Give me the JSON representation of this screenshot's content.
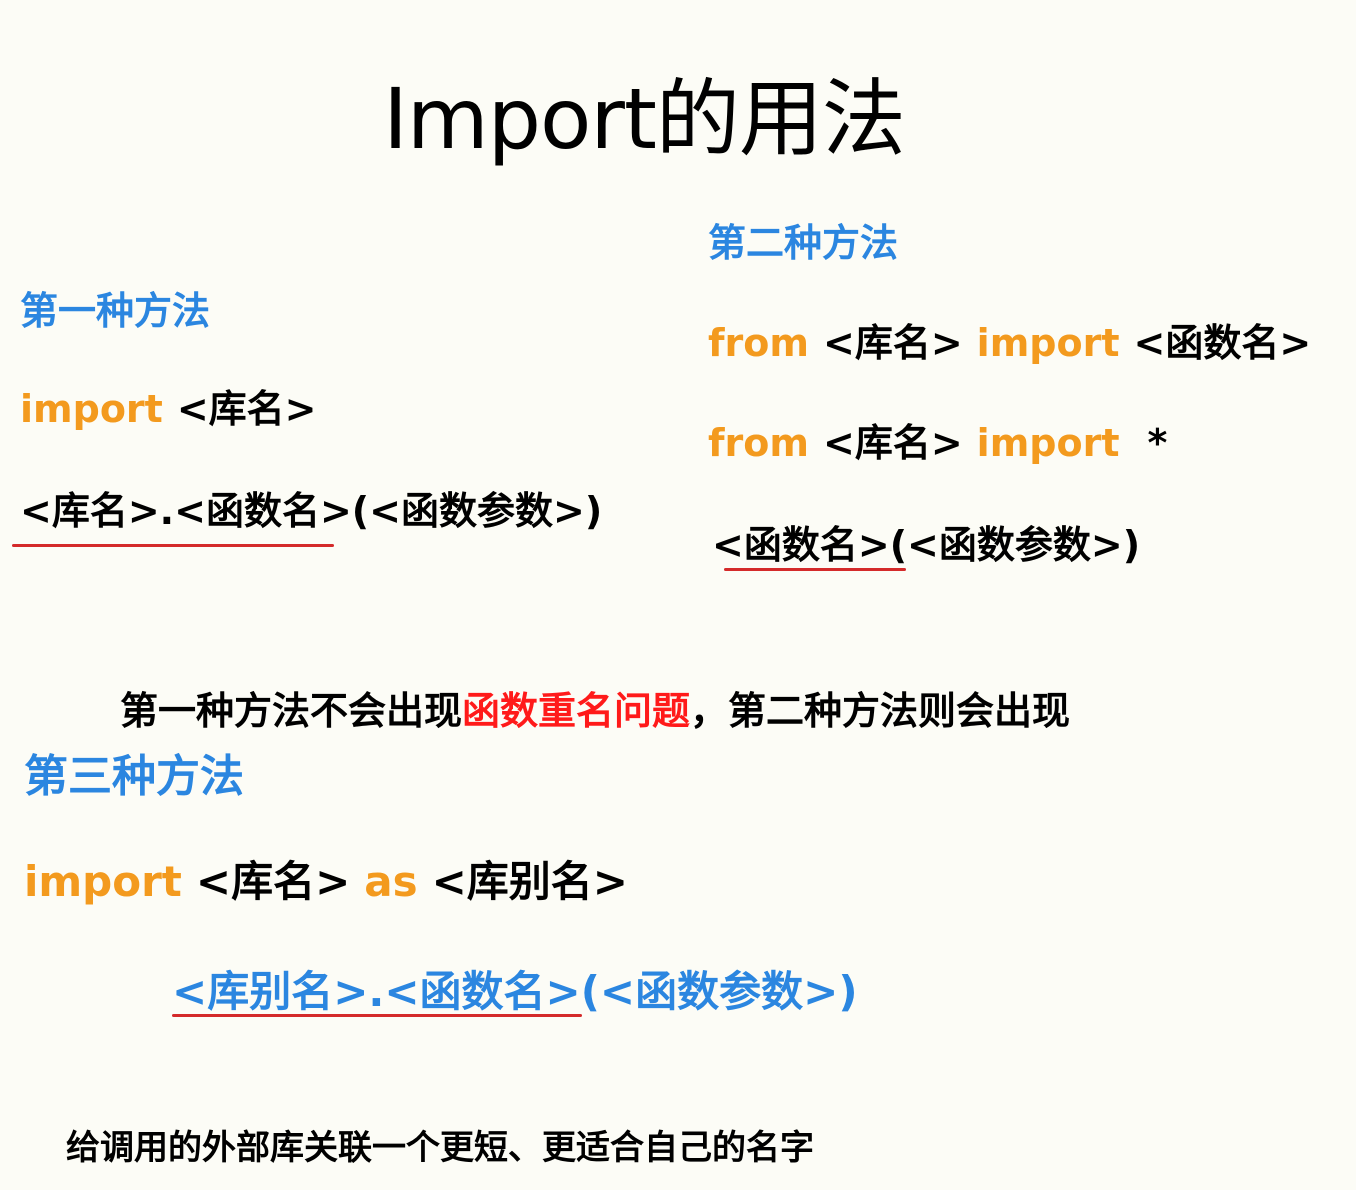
{
  "colors": {
    "blue": "#2b86e0",
    "orange": "#f39a1e",
    "red": "#ff1a1a",
    "underline": "#d42a2a"
  },
  "title": "Import的用法",
  "method1": {
    "heading": "第一种方法",
    "kw_import": "import",
    "lib": "<库名>",
    "call_prefix": "<库名>.<函数名>",
    "call_suffix": "(<函数参数>)"
  },
  "method2": {
    "heading": "第二种方法",
    "line1": {
      "kw_from": "from",
      "lib": "<库名>",
      "kw_import": "import",
      "func": "<函数名>"
    },
    "line2": {
      "kw_from": "from",
      "lib": "<库名>",
      "kw_import": "import",
      "star": "*"
    },
    "call_prefix": "<函数名>",
    "call_suffix": "(<函数参数>)"
  },
  "note": {
    "pre": "第一种方法不会出现",
    "highlight": "函数重名问题",
    "post": "，第二种方法则会出现"
  },
  "method3": {
    "heading": "第三种方法",
    "kw_import": "import",
    "lib": "<库名>",
    "kw_as": "as",
    "alias": "<库别名>",
    "call_prefix": "<库别名>.<函数名>",
    "call_suffix": "(<函数参数>)"
  },
  "footer": "给调用的外部库关联一个更短、更适合自己的名字"
}
